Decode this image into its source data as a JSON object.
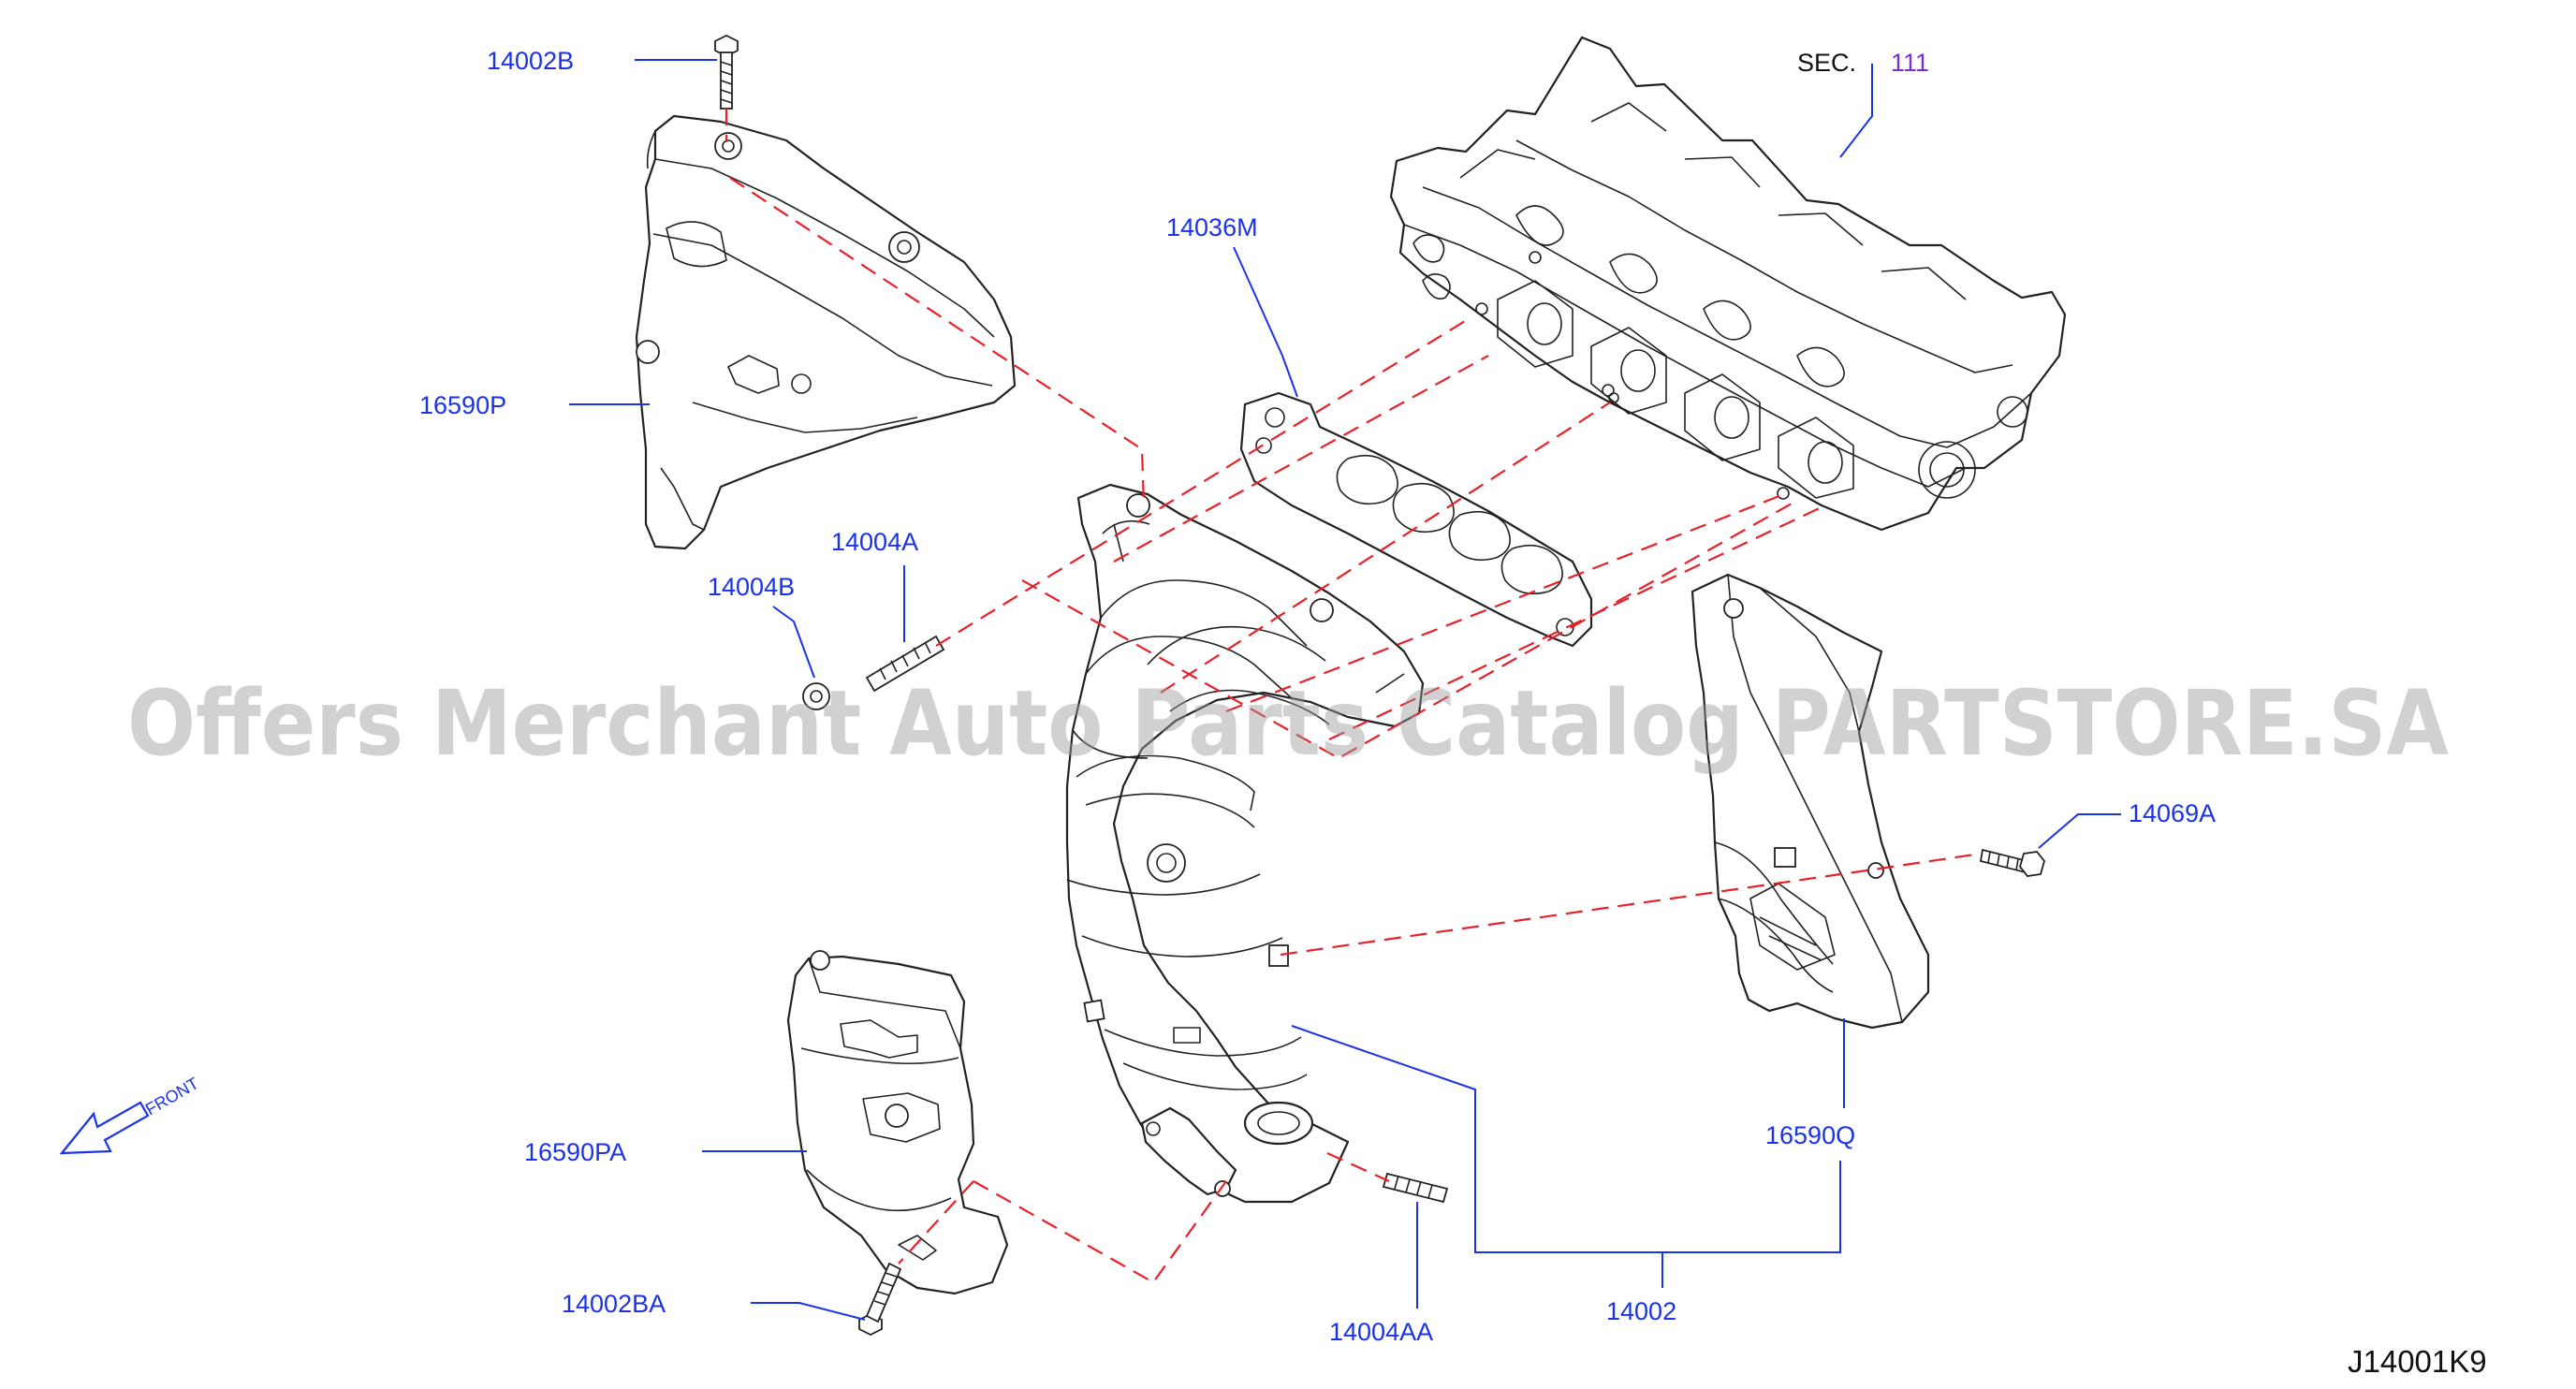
{
  "labels": {
    "p14002B": "14002B",
    "p16590P": "16590P",
    "p14004A": "14004A",
    "p14004B": "14004B",
    "p14036M": "14036M",
    "p14069A": "14069A",
    "p16590Q": "16590Q",
    "p16590PA": "16590PA",
    "p14002BA": "14002BA",
    "p14004AA": "14004AA",
    "p14002": "14002"
  },
  "section": {
    "prefix": "SEC.",
    "number": "111"
  },
  "front": "FRONT",
  "diagram_code": "J14001K9",
  "watermark": "Offers Merchant Auto Parts Catalog PARTSTORE.SA"
}
